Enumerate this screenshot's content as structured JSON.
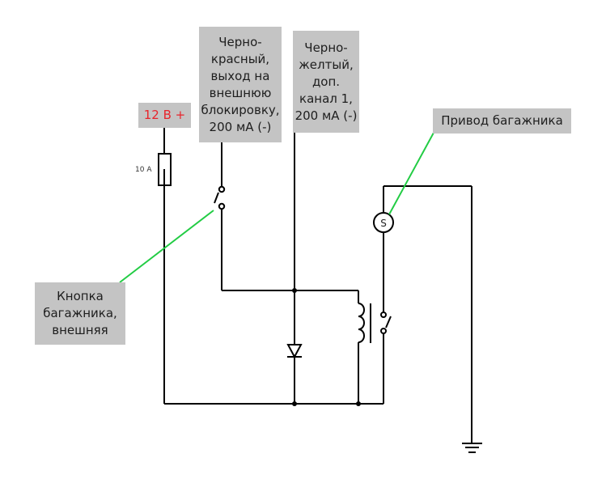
{
  "labels": {
    "power": "12 В +",
    "fuse_rating": "10 А",
    "black_red": "Черно-\nкрасный,\nвыход на\nвнешнюю\nблокировку,\n200 мА (-)",
    "black_yellow": "Черно-\nжелтый,\nдоп.\nканал 1,\n200 мА (-)",
    "trunk_drive": "Привод багажника",
    "trunk_button": "Кнопка\nбагажника,\nвнешняя",
    "motor_symbol": "S"
  },
  "colors": {
    "wire": "#000000",
    "label_bg": "#c4c4c4",
    "power_text": "#e8242b",
    "pointer": "#22cc44"
  }
}
